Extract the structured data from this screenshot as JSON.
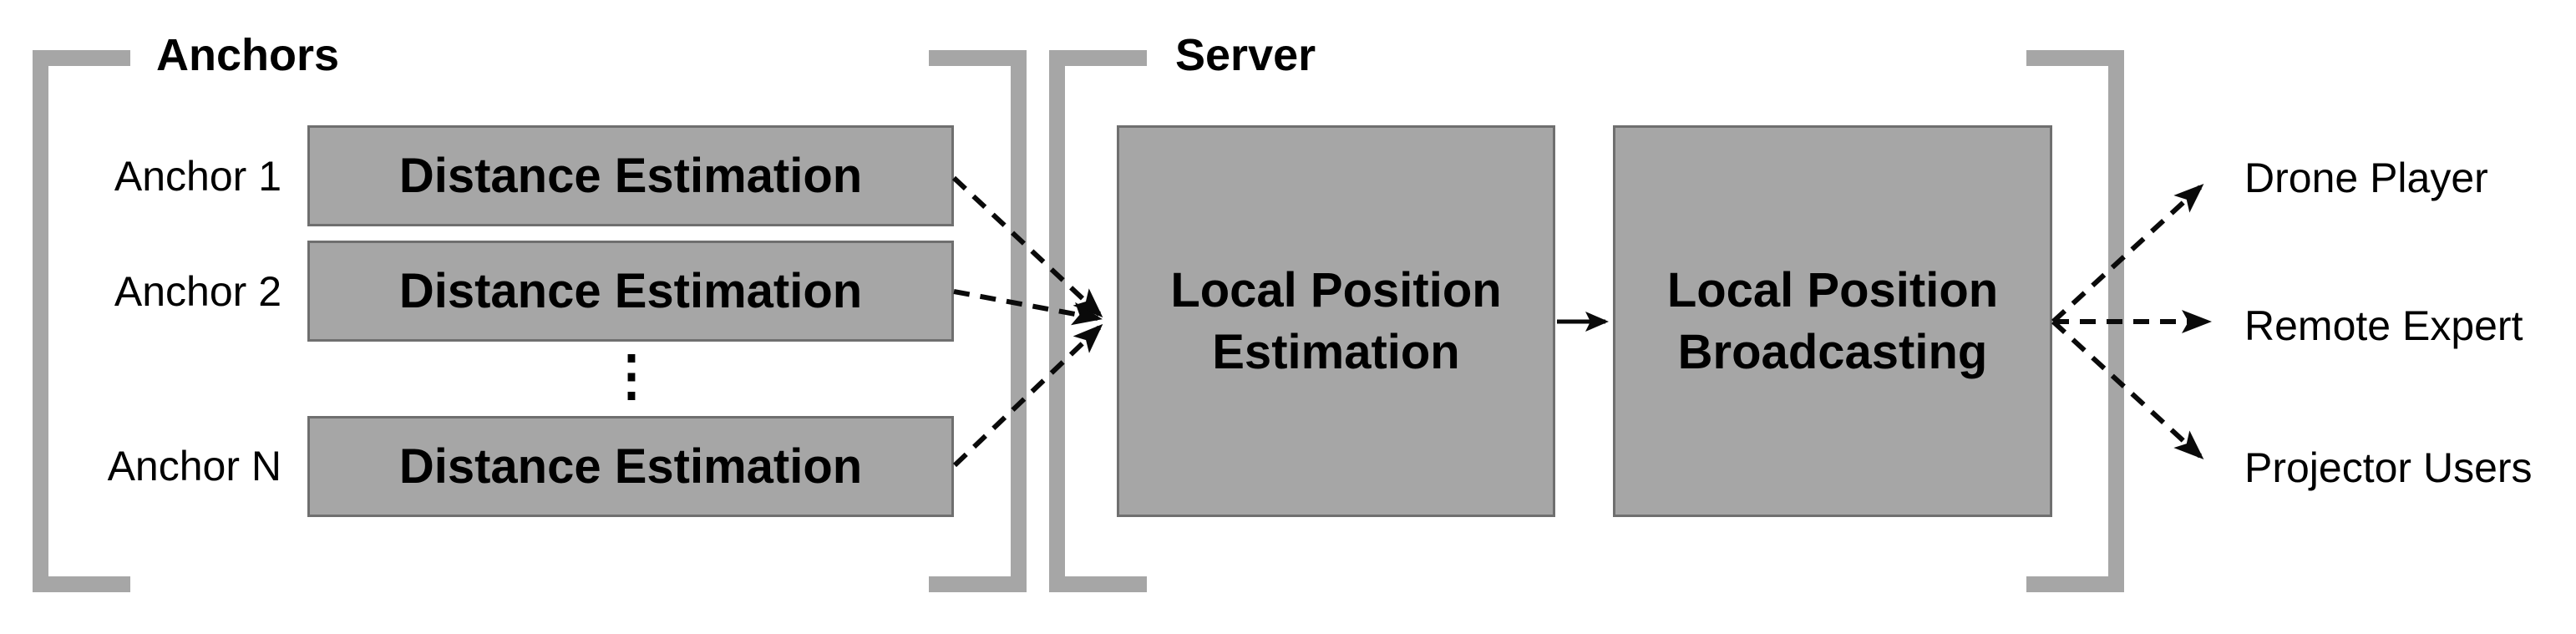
{
  "groups": {
    "anchors": {
      "label": "Anchors"
    },
    "server": {
      "label": "Server"
    }
  },
  "anchors": {
    "rows": [
      {
        "label": "Anchor 1",
        "box": "Distance Estimation"
      },
      {
        "label": "Anchor 2",
        "box": "Distance Estimation"
      },
      {
        "label": "Anchor N",
        "box": "Distance Estimation"
      }
    ],
    "ellipsis": "⋮"
  },
  "server": {
    "boxes": [
      {
        "line1": "Local Position",
        "line2": "Estimation"
      },
      {
        "line1": "Local Position",
        "line2": "Broadcasting"
      }
    ]
  },
  "outputs": [
    {
      "label": "Drone Player"
    },
    {
      "label": "Remote Expert"
    },
    {
      "label": "Projector Users"
    }
  ],
  "connections": [
    {
      "from": "Distance Estimation (Anchor 1)",
      "to": "Local Position Estimation",
      "style": "dashed"
    },
    {
      "from": "Distance Estimation (Anchor 2)",
      "to": "Local Position Estimation",
      "style": "dashed"
    },
    {
      "from": "Distance Estimation (Anchor N)",
      "to": "Local Position Estimation",
      "style": "dashed"
    },
    {
      "from": "Local Position Estimation",
      "to": "Local Position Broadcasting",
      "style": "solid"
    },
    {
      "from": "Local Position Broadcasting",
      "to": "Drone Player",
      "style": "dashed"
    },
    {
      "from": "Local Position Broadcasting",
      "to": "Remote Expert",
      "style": "dashed"
    },
    {
      "from": "Local Position Broadcasting",
      "to": "Projector Users",
      "style": "dashed"
    }
  ],
  "colors": {
    "background": "#ffffff",
    "box_fill": "#a6a6a6",
    "box_border": "#6f6f6f",
    "bracket": "#a6a6a6",
    "arrow": "#0a0a0a",
    "text": "#000000"
  }
}
